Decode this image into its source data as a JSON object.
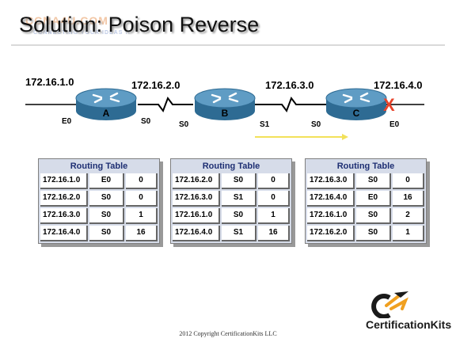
{
  "watermark": {
    "line1": "CCNA4U.COM",
    "line2": "CONNECTING YOUR IDEAS !!"
  },
  "title": "Solution: Poison Reverse",
  "networks": [
    "172.16.1.0",
    "172.16.2.0",
    "172.16.3.0",
    "172.16.4.0"
  ],
  "routers": [
    {
      "name": "A",
      "left_if": "E0",
      "right_if": "S0"
    },
    {
      "name": "B",
      "left_if": "S0",
      "right_if": "S1"
    },
    {
      "name": "C",
      "left_if": "S0",
      "right_if": "E0"
    }
  ],
  "failure_mark": "X",
  "tables": [
    {
      "header": "Routing Table",
      "rows": [
        {
          "net": "172.16.1.0",
          "iface": "E0",
          "hops": "0"
        },
        {
          "net": "172.16.2.0",
          "iface": "S0",
          "hops": "0"
        },
        {
          "net": "172.16.3.0",
          "iface": "S0",
          "hops": "1"
        },
        {
          "net": "172.16.4.0",
          "iface": "S0",
          "hops": "16"
        }
      ]
    },
    {
      "header": "Routing Table",
      "rows": [
        {
          "net": "172.16.2.0",
          "iface": "S0",
          "hops": "0"
        },
        {
          "net": "172.16.3.0",
          "iface": "S1",
          "hops": "0"
        },
        {
          "net": "172.16.1.0",
          "iface": "S0",
          "hops": "1"
        },
        {
          "net": "172.16.4.0",
          "iface": "S1",
          "hops": "16"
        }
      ]
    },
    {
      "header": "Routing Table",
      "rows": [
        {
          "net": "172.16.3.0",
          "iface": "S0",
          "hops": "0"
        },
        {
          "net": "172.16.4.0",
          "iface": "E0",
          "hops": "16"
        },
        {
          "net": "172.16.1.0",
          "iface": "S0",
          "hops": "2"
        },
        {
          "net": "172.16.2.0",
          "iface": "S0",
          "hops": "1"
        }
      ]
    }
  ],
  "logo": {
    "text": "CertificationKits"
  },
  "copyright": "2012 Copyright CertificationKits LLC",
  "colors": {
    "router_body": "#3f7fa8",
    "table_bg": "#d6dce9",
    "table_header_text": "#1e2f73",
    "failure_x": "#e8432a",
    "update_arrow": "#f2e15a"
  }
}
